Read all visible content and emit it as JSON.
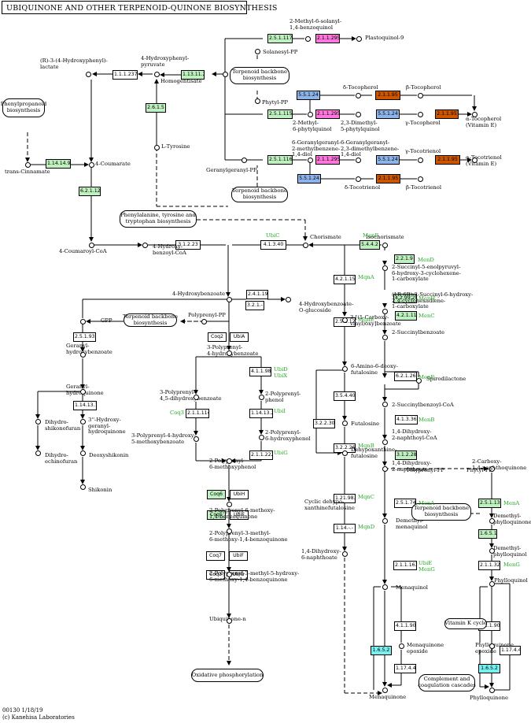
{
  "title": "UBIQUINONE AND OTHER TERPENOID-QUINONE BIOSYNTHESIS",
  "colors": {
    "green": "#bff0bf",
    "magenta": "#ff77dd",
    "blue": "#8db4ea",
    "orange": "#cc5500",
    "cyan": "#77f0f0",
    "white": "#ffffff",
    "gene_text": "#22aa22"
  },
  "footer": {
    "code": "00130 1/18/19",
    "org": "(c) Kanehisa Laboratories"
  },
  "enzymes": [
    {
      "label": "2.5.1.117",
      "color": "green"
    },
    {
      "label": "2.1.1.295",
      "color": "magenta"
    },
    {
      "label": "1.1.1.237",
      "color": "white"
    },
    {
      "label": "1.13.11.27",
      "color": "green"
    },
    {
      "label": "2.6.1.5",
      "color": "green"
    },
    {
      "label": "5.5.1.24",
      "color": "blue"
    },
    {
      "label": "2.1.1.95",
      "color": "orange"
    },
    {
      "label": "2.5.1.115",
      "color": "green"
    },
    {
      "label": "2.1.1.295",
      "color": "magenta"
    },
    {
      "label": "5.5.1.24",
      "color": "blue"
    },
    {
      "label": "2.1.1.95",
      "color": "orange"
    },
    {
      "label": "1.14.14.91",
      "color": "green"
    },
    {
      "label": "6.2.1.12",
      "color": "green"
    },
    {
      "label": "2.5.1.116",
      "color": "green"
    },
    {
      "label": "2.1.1.295",
      "color": "magenta"
    },
    {
      "label": "5.5.1.24",
      "color": "blue"
    },
    {
      "label": "2.1.1.95",
      "color": "orange"
    },
    {
      "label": "5.5.1.24",
      "color": "blue"
    },
    {
      "label": "2.1.1.95",
      "color": "orange"
    },
    {
      "label": "3.1.2.23",
      "color": "white"
    },
    {
      "label": "4.1.3.40",
      "color": "white"
    },
    {
      "label": "5.4.4.2",
      "color": "green"
    },
    {
      "label": "2.2.1.9",
      "color": "green"
    },
    {
      "label": "4.2.1.151",
      "color": "white"
    },
    {
      "label": "4.2.99.20",
      "color": "green"
    },
    {
      "label": "2.4.1.194",
      "color": "white"
    },
    {
      "label": "3.2.1.-",
      "color": "white"
    },
    {
      "label": "4.2.1.113",
      "color": "green"
    },
    {
      "label": "2.5.1.93",
      "color": "white"
    },
    {
      "label": "2.5.1.120",
      "color": "white"
    },
    {
      "label": "Coq2",
      "color": "white"
    },
    {
      "label": "UbiA",
      "color": "white"
    },
    {
      "label": "6.2.1.26",
      "color": "white"
    },
    {
      "label": "4.1.1.98",
      "color": "white"
    },
    {
      "label": "3.5.4.40",
      "color": "white"
    },
    {
      "label": "1.14.13.116",
      "color": "white"
    },
    {
      "label": "2.1.1.114",
      "color": "white"
    },
    {
      "label": "1.14.13.240",
      "color": "white"
    },
    {
      "label": "4.1.3.36",
      "color": "white"
    },
    {
      "label": "3.2.2.30",
      "color": "white"
    },
    {
      "label": "3.2.2.26",
      "color": "white"
    },
    {
      "label": "2.1.1.222",
      "color": "white"
    },
    {
      "label": "3.1.2.28",
      "color": "green"
    },
    {
      "label": "Coq6",
      "color": "green"
    },
    {
      "label": "UbiH",
      "color": "white"
    },
    {
      "label": "1.21.98.1",
      "color": "white"
    },
    {
      "label": "Coq5",
      "color": "green"
    },
    {
      "label": "UbiE",
      "color": "white"
    },
    {
      "label": "2.5.1.74",
      "color": "white"
    },
    {
      "label": "2.5.1.130",
      "color": "green"
    },
    {
      "label": "1.6.5.12",
      "color": "green"
    },
    {
      "label": "1.14.-.-",
      "color": "white"
    },
    {
      "label": "Coq7",
      "color": "white"
    },
    {
      "label": "UbiF",
      "color": "white"
    },
    {
      "label": "2.1.1.163",
      "color": "white"
    },
    {
      "label": "2.1.1.329",
      "color": "white"
    },
    {
      "label": "Coq3",
      "color": "white"
    },
    {
      "label": "UbiG",
      "color": "white"
    },
    {
      "label": "4.1.1.90",
      "color": "white"
    },
    {
      "label": "4.1.1.90",
      "color": "white"
    },
    {
      "label": "1.6.5.2",
      "color": "cyan"
    },
    {
      "label": "1.17.4.4",
      "color": "white"
    },
    {
      "label": "1.17.4.4",
      "color": "white"
    },
    {
      "label": "1.6.5.2",
      "color": "cyan"
    }
  ],
  "compounds": [
    "2-Methyl-6-solanyl-\n1,4-benzoquinol",
    "Plastoquinol-9",
    "(R)-3-(4-Hydroxyphenyl)-\nlactate",
    "4-Hydroxyphenyl-\npyruvate",
    "Solanesyl-PP",
    "Homogentisate",
    "δ-Tocopherol",
    "β-Tocopherol",
    "Phytyl-PP",
    "2-Methyl-\n6-phytylquinol",
    "2,3-Dimethyl-\n5-phytylquinol",
    "γ-Tocopherol",
    "α-Tocopherol\n(Vitamin E)",
    "L-Tyrosine",
    "6-Geranylgeranyl-\n2-methylbenzene-\n1,4-diol",
    "6-Geranylgeranyl-\n2,3-dimethylbenzene-\n1,4-diol",
    "γ-Tocotrienol",
    "α-Tocotrienol\n(Vitamin E)",
    "trans-Cinnamate",
    "4-Coumarate",
    "Geranylgeranyl-PP",
    "δ-Tocotrienol",
    "β-Tocotrienol",
    "Chorismate",
    "Isochorismate",
    "4-Coumaroyl-CoA",
    "4-Hydroxy-\nbenzoyl-CoA",
    "2-Succinyl-5-enolpyruvyl-\n6-hydroxy-3-cyclohexene-\n1-carboxylate",
    "4-Hydroxybenzoate",
    "4-Hydroxybenzoate-\nO-glucoside",
    "(1R,6R)-2-Succinyl-6-hydroxy-\n2,4-cyclohexadiene-\n1-carboxylate",
    "GPP",
    "Polyprenyl-PP",
    "3-[(1-Carboxy-\nvinyl)oxy]benzoate",
    "2-Succinylbenzoate",
    "Geranyl-\nhydroxybenzoate",
    "3-Polyprenyl-\n4-hydroxybenzoate",
    "6-Amino-6-deoxy-\nfutalosine",
    "Spirodilactone",
    "Geranyl-\nhydroquinone",
    "3-Polyprenyl-\n4,5-dihydroxybenzoate",
    "2-Polyprenyl-\nphenol",
    "2-Succinylbenzoyl-CoA",
    "Dihydro-\nshikonofuran",
    "3''-Hydroxy-\ngeranyl-\nhydroquinone",
    "Futalosine",
    "1,4-Dihydroxy-\n2-naphthoyl-CoA",
    "2-Polyprenyl-\n6-hydroxyphenol",
    "3-Polyprenyl-4-hydroxy-\n5-methoxybenzoate",
    "Deoxyshikonin",
    "Dihydro-\nechinofuran",
    "2-Polyprenyl-\n6-methoxyphenol",
    "Dehypoxanthine-\nfutalosine",
    "1,4-Dihydroxy-\n2-naphthoate",
    "2-Carboxy-\n1,4-naphthoquinone",
    "Shikonin",
    "2-Polyprenyl-6-methoxy-\n1,4-benzoquinone",
    "Polyprenyl-PP",
    "Phytyl-PP",
    "Cyclic dehypo-\nxanthinefutalosine",
    "Demethyl-\nmenaquinol",
    "Demethyl-\nphylloquinone",
    "2-Polyprenyl-3-methyl-\n6-methoxy-1,4-benzoquinone",
    "Demethyl-\nphylloquinol",
    "1,4-Dihydroxy-\n6-naphthoate",
    "2-Polyprenyl-3-methyl-5-hydroxy-\n6-methoxy-1,4-benzoquinone",
    "Phylloquinol",
    "Menaquinol",
    "Ubiquinone-n",
    "Menaquinone\nepoxide",
    "Phylloquinone\nepoxide",
    "Menaquinone",
    "Phylloquinone"
  ],
  "pathways": [
    "Terpenoid backbone\nbiosynthesis",
    "Phenylpropanoid\nbiosynthesis",
    "Terpenoid backbone\nbiosynthesis",
    "Phenylalanine, tyrosine and\ntryptophan biosynthesis",
    "Terpenoid backbone\nbiosynthesis",
    "Terpenoid backbone\nbiosynthesis",
    "Vitamin K cycle",
    "Oxidative phosphorylation",
    "Complement and\ncoagulation cascades"
  ],
  "gene_labels": [
    "UbiC",
    "MenF",
    "MenD",
    "MqnA",
    "MenH",
    "MenC",
    "MqnE",
    "UbiD\nUbiX",
    "MenE",
    "UbiI",
    "Coq3",
    "MenB",
    "MqnB",
    "UbiG",
    "MqnC",
    "MenA",
    "MenA",
    "MqnD",
    "UbiE\nMenG",
    "MenG"
  ]
}
